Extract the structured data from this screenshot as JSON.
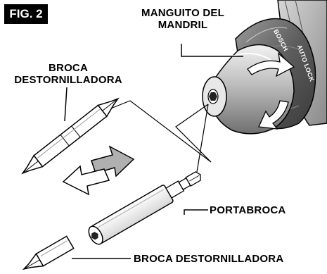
{
  "figure": {
    "badge": "FIG. 2"
  },
  "labels": {
    "chuck_sleeve_line1": "MANGUITO DEL",
    "chuck_sleeve_line2": "MANDRIL",
    "bit_top_line1": "BROCA",
    "bit_top_line2": "DESTORNILLADORA",
    "bit_holder": "PORTABROCA",
    "bit_bottom": "BROCA DESTORNILLADORA"
  },
  "drill_text": {
    "brand": "BOSCH",
    "auto_lock": "AUTO LOCK"
  }
}
